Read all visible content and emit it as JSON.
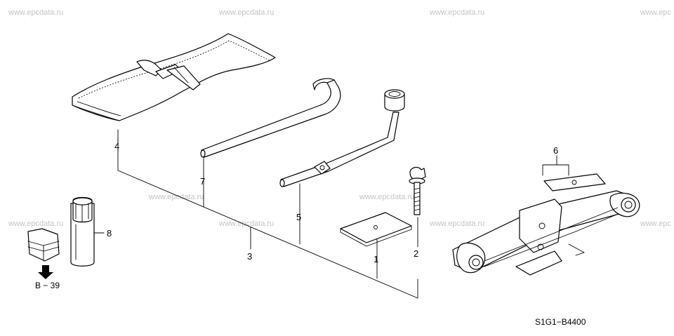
{
  "watermark": "www.epcdata.ru",
  "watermark_truncated": "www.epc",
  "diagram_code": "S1G1−B4400",
  "reference": "B − 39",
  "callouts": {
    "c1": "1",
    "c2": "2",
    "c3": "3",
    "c4": "4",
    "c5": "5",
    "c6": "6",
    "c7": "7",
    "c8": "8"
  }
}
